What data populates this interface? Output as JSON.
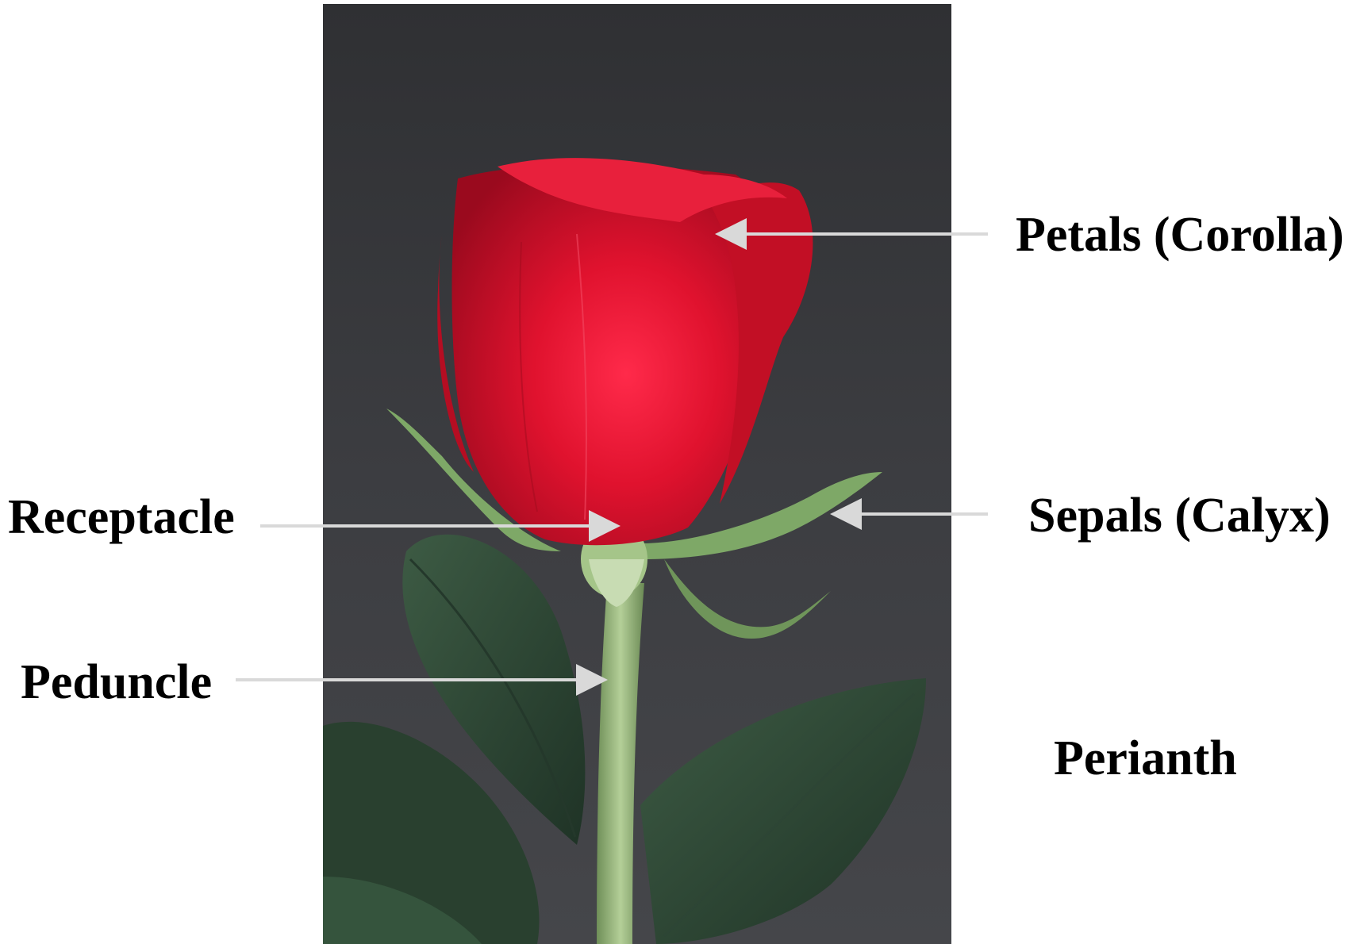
{
  "labels": {
    "petals": "Petals (Corolla)",
    "sepals": "Sepals (Calyx)",
    "receptacle": "Receptacle",
    "peduncle": "Peduncle",
    "perianth": "Perianth"
  },
  "colors": {
    "background_photo": "#3a3b3f",
    "petal_red": "#d4102a",
    "leaf_green": "#2e4a35",
    "stem_green": "#8cae72",
    "arrow": "#d9d9d9",
    "label_text": "#000000"
  }
}
